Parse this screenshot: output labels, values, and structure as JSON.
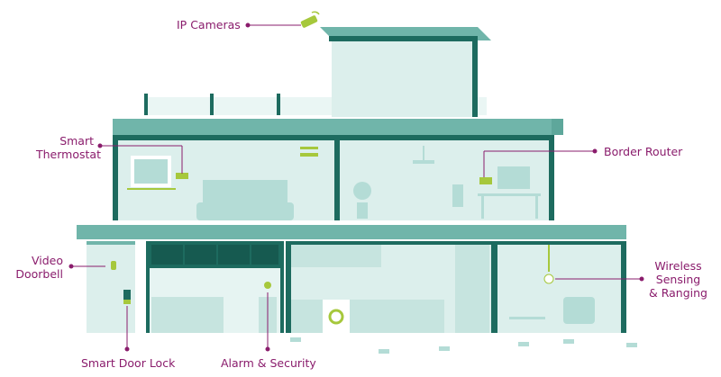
{
  "labels": {
    "ip_cameras": "IP Cameras",
    "smart_thermostat_1": "Smart",
    "smart_thermostat_2": "Thermostat",
    "border_router": "Border Router",
    "video_doorbell_1": "Video",
    "video_doorbell_2": "Doorbell",
    "wireless_1": "Wireless",
    "wireless_2": "Sensing",
    "wireless_3": "& Ranging",
    "smart_door_lock": "Smart Door Lock",
    "alarm_security": "Alarm & Security"
  },
  "colors": {
    "dark": "#1d6b5f",
    "mid": "#70b5aa",
    "light": "#dcefec",
    "lighter": "#eaf6f4",
    "accent": "#a6c83c",
    "label": "#8a1c6c"
  }
}
